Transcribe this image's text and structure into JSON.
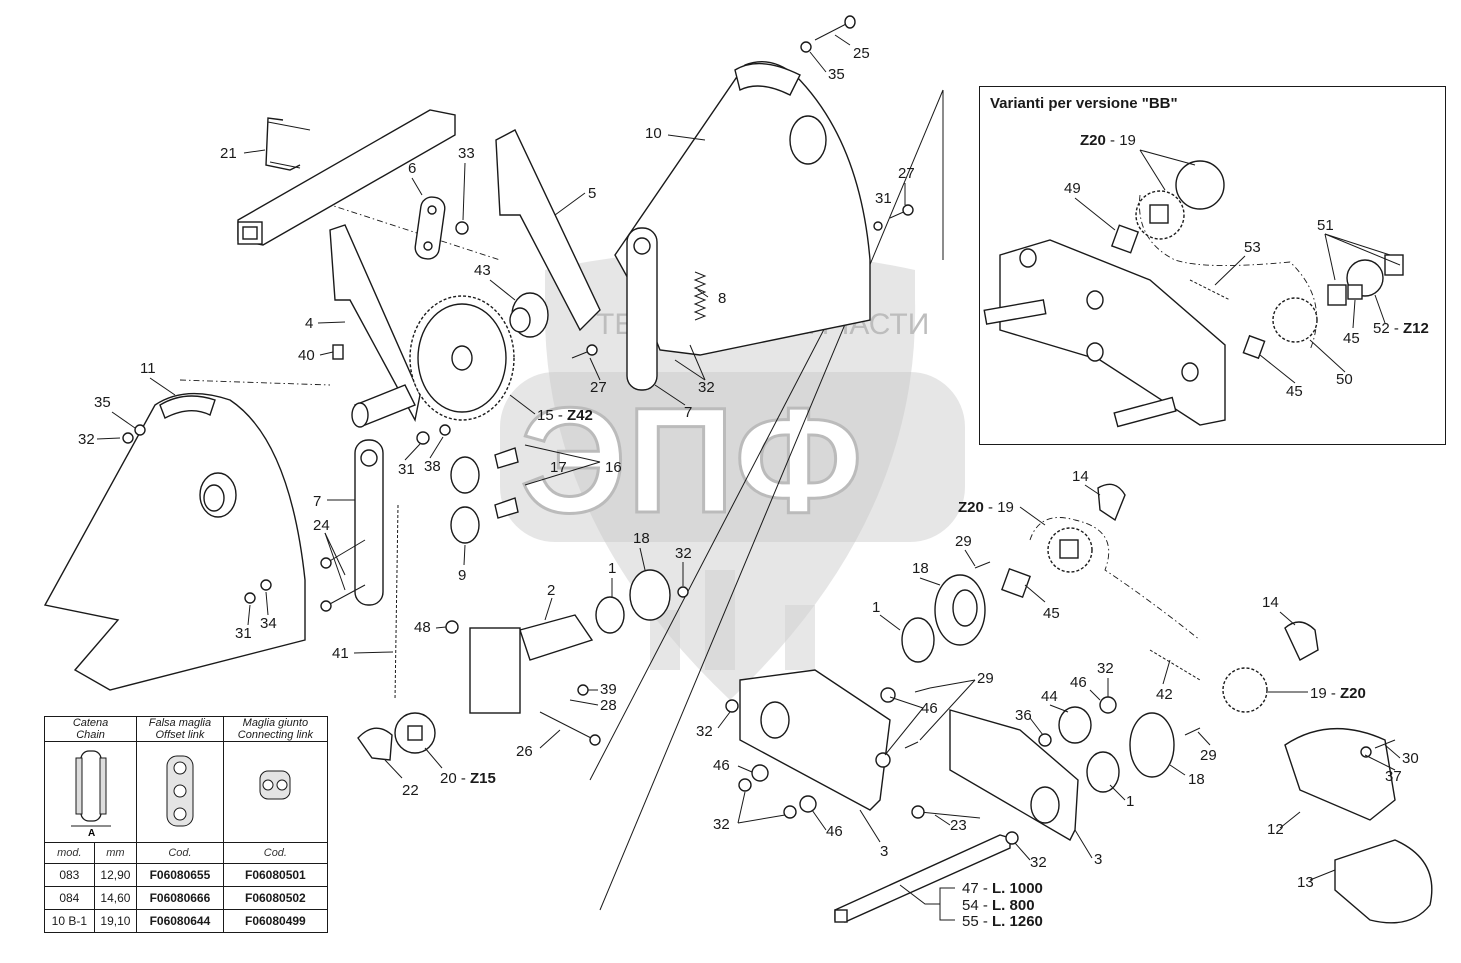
{
  "variant_box": {
    "title": "Varianti per versione \"BB\""
  },
  "callouts": [
    {
      "id": "c25",
      "text": "25"
    },
    {
      "id": "c35a",
      "text": "35"
    },
    {
      "id": "c10",
      "text": "10"
    },
    {
      "id": "c27a",
      "text": "27"
    },
    {
      "id": "c31a",
      "text": "31"
    },
    {
      "id": "c21",
      "text": "21"
    },
    {
      "id": "c33",
      "text": "33"
    },
    {
      "id": "c6",
      "text": "6"
    },
    {
      "id": "c5",
      "text": "5"
    },
    {
      "id": "c43",
      "text": "43"
    },
    {
      "id": "c8",
      "text": "8"
    },
    {
      "id": "c4",
      "text": "4"
    },
    {
      "id": "c40",
      "text": "40"
    },
    {
      "id": "c27b",
      "text": "27"
    },
    {
      "id": "c32a",
      "text": "32"
    },
    {
      "id": "c7a",
      "text": "7"
    },
    {
      "id": "c11",
      "text": "11"
    },
    {
      "id": "c35b",
      "text": "35"
    },
    {
      "id": "c32b",
      "text": "32"
    },
    {
      "id": "c15",
      "text": "15 - "
    },
    {
      "id": "c31b",
      "text": "31"
    },
    {
      "id": "c38",
      "text": "38"
    },
    {
      "id": "c17",
      "text": "17"
    },
    {
      "id": "c16",
      "text": "16"
    },
    {
      "id": "c7b",
      "text": "7"
    },
    {
      "id": "c24",
      "text": "24"
    },
    {
      "id": "c9",
      "text": "9"
    },
    {
      "id": "c31c",
      "text": "31"
    },
    {
      "id": "c34",
      "text": "34"
    },
    {
      "id": "c18a",
      "text": "18"
    },
    {
      "id": "c32c",
      "text": "32"
    },
    {
      "id": "c1a",
      "text": "1"
    },
    {
      "id": "c2",
      "text": "2"
    },
    {
      "id": "c48",
      "text": "48"
    },
    {
      "id": "c41",
      "text": "41"
    },
    {
      "id": "c39",
      "text": "39"
    },
    {
      "id": "c28",
      "text": "28"
    },
    {
      "id": "c26",
      "text": "26"
    },
    {
      "id": "c22",
      "text": "22"
    },
    {
      "id": "c20a",
      "text": "20 - "
    },
    {
      "id": "c14a",
      "text": "14"
    },
    {
      "id": "c19a",
      "text": " - 19"
    },
    {
      "id": "c29a",
      "text": "29"
    },
    {
      "id": "c18b",
      "text": "18"
    },
    {
      "id": "c45a",
      "text": "45"
    },
    {
      "id": "c1b",
      "text": "1"
    },
    {
      "id": "c32d",
      "text": "32"
    },
    {
      "id": "c29b",
      "text": "29"
    },
    {
      "id": "c46a",
      "text": "46"
    },
    {
      "id": "c44",
      "text": "44"
    },
    {
      "id": "c46b",
      "text": "46"
    },
    {
      "id": "c32e",
      "text": "32"
    },
    {
      "id": "c36",
      "text": "36"
    },
    {
      "id": "c42",
      "text": "42"
    },
    {
      "id": "c14b",
      "text": "14"
    },
    {
      "id": "c19b",
      "text": "19 - "
    },
    {
      "id": "c29c",
      "text": "29"
    },
    {
      "id": "c30",
      "text": "30"
    },
    {
      "id": "c37",
      "text": "37"
    },
    {
      "id": "c46c",
      "text": "46"
    },
    {
      "id": "c32f",
      "text": "32"
    },
    {
      "id": "c46d",
      "text": "46"
    },
    {
      "id": "c3a",
      "text": "3"
    },
    {
      "id": "c23",
      "text": "23"
    },
    {
      "id": "c32g",
      "text": "32"
    },
    {
      "id": "c3b",
      "text": "3"
    },
    {
      "id": "c1c",
      "text": "1"
    },
    {
      "id": "c18c",
      "text": "18"
    },
    {
      "id": "c12",
      "text": "12"
    },
    {
      "id": "c13",
      "text": "13"
    },
    {
      "id": "v19",
      "text": " - 19"
    },
    {
      "id": "v49",
      "text": "49"
    },
    {
      "id": "v53",
      "text": "53"
    },
    {
      "id": "v51",
      "text": "51"
    },
    {
      "id": "v45a",
      "text": "45"
    },
    {
      "id": "v52",
      "text": "52 - "
    },
    {
      "id": "v50",
      "text": "50"
    },
    {
      "id": "v45b",
      "text": "45"
    }
  ],
  "bold_tokens": {
    "z42": "Z42",
    "z15": "Z15",
    "z20": "Z20",
    "z12": "Z12",
    "z20b": "Z20",
    "z20c": "Z20"
  },
  "shafts": [
    {
      "code": "47 - ",
      "length": "L. 1000"
    },
    {
      "code": "54 - ",
      "length": "L. 800"
    },
    {
      "code": "55 - ",
      "length": "L. 1260"
    }
  ],
  "watermark": {
    "brand_left": "ТЕХНИКА",
    "brand_right": "ЗАПЧАСТИ",
    "logo": "ЭПФ"
  },
  "chain_table": {
    "headers": [
      {
        "it": "Catena",
        "en": "Chain"
      },
      {
        "it": "Falsa maglia",
        "en": "Offset link"
      },
      {
        "it": "Maglia giunto",
        "en": "Connecting link"
      }
    ],
    "dimension_label": "A",
    "units": [
      "mod.",
      "mm",
      "Cod.",
      "Cod."
    ],
    "rows": [
      [
        "083",
        "12,90",
        "F06080655",
        "F06080501"
      ],
      [
        "084",
        "14,60",
        "F06080666",
        "F06080502"
      ],
      [
        "10 B-1",
        "19,10",
        "F06080644",
        "F06080499"
      ]
    ]
  }
}
